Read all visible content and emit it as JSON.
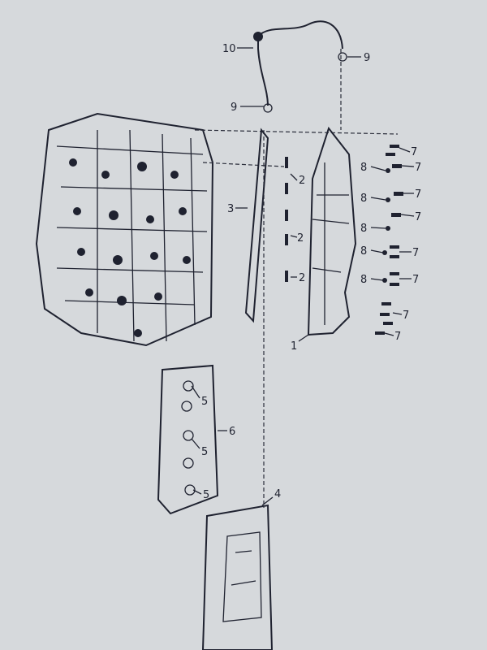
{
  "diagram": {
    "callouts": {
      "hose": "10",
      "clip_top": "9",
      "clip_left": "9",
      "gasket": "3",
      "seal_a": "2",
      "seal_b": "2",
      "seal_c": "2",
      "cover": "1",
      "gasket_lower": "6",
      "seal_lower_a": "5",
      "seal_lower_b": "5",
      "seal_lower_c": "5",
      "cover_lower": "4",
      "bolts_7": [
        "7",
        "7",
        "7",
        "7",
        "7",
        "7",
        "7",
        "7"
      ],
      "grommets_8": [
        "8",
        "8",
        "8",
        "8",
        "8"
      ]
    },
    "colors": {
      "background": "#d6d9dc",
      "ink": "#1f2230"
    }
  }
}
